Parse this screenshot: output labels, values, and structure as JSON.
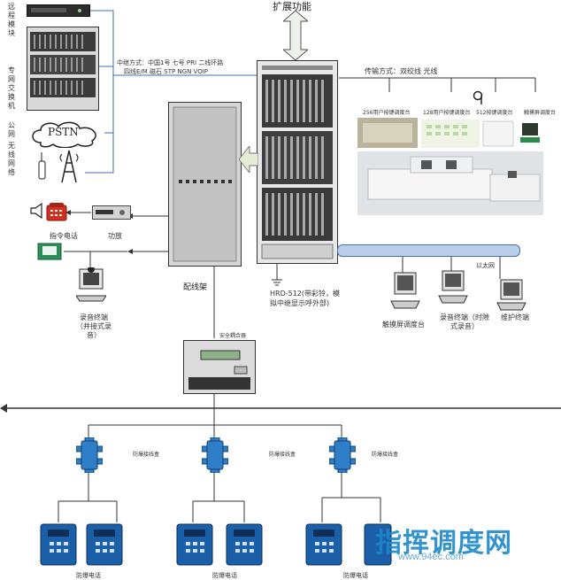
{
  "title": "扩展功能",
  "left_column": {
    "remote_module": "远程模块",
    "private_exchange": "专网交换机",
    "pstn": "PSTN",
    "public_net": "公网",
    "wireless_net": "无线网络"
  },
  "relay_modes": {
    "line1": "中继方式：中国1号  七号  PRI    二线环路",
    "line2": "四线E/M      磁石    STP    NGN    VOIP"
  },
  "transmission": "传输方式：双绞线  光线",
  "consoles": [
    {
      "label": "256用户按键调度台"
    },
    {
      "label": "128用户按键调度台"
    },
    {
      "label": "512按键调度台"
    },
    {
      "label": "触摸屏调度台"
    }
  ],
  "frame_label": "配线架",
  "switch_label": "HRD-512(带彩铃，模拟中继显示呼外部)",
  "amplifier_label": "功放",
  "command_phone_label": "指令电话",
  "recorder_left_label": "录音终端（并接式录音）",
  "lan_label": "以太网",
  "touch_console_label": "触摸屏调度台",
  "recorder_right_label": "录音终端（时隙式录音）",
  "maintenance_label": "维护终端",
  "safety_coupler_label": "安全耦合器",
  "junction_boxes": [
    "防爆接线盒",
    "防爆接线盒",
    "防爆接线盒"
  ],
  "phone_groups": [
    "防爆电话",
    "防爆电话",
    "防爆电话"
  ],
  "watermark": "指挥调度网",
  "watermark_url": "www.94ec.com",
  "colors": {
    "lan_bar": "#b9cfe9",
    "junction_box": "#2f7fc8",
    "phone": "#1b5fa8",
    "wire_blue": "#3a6fb5"
  }
}
